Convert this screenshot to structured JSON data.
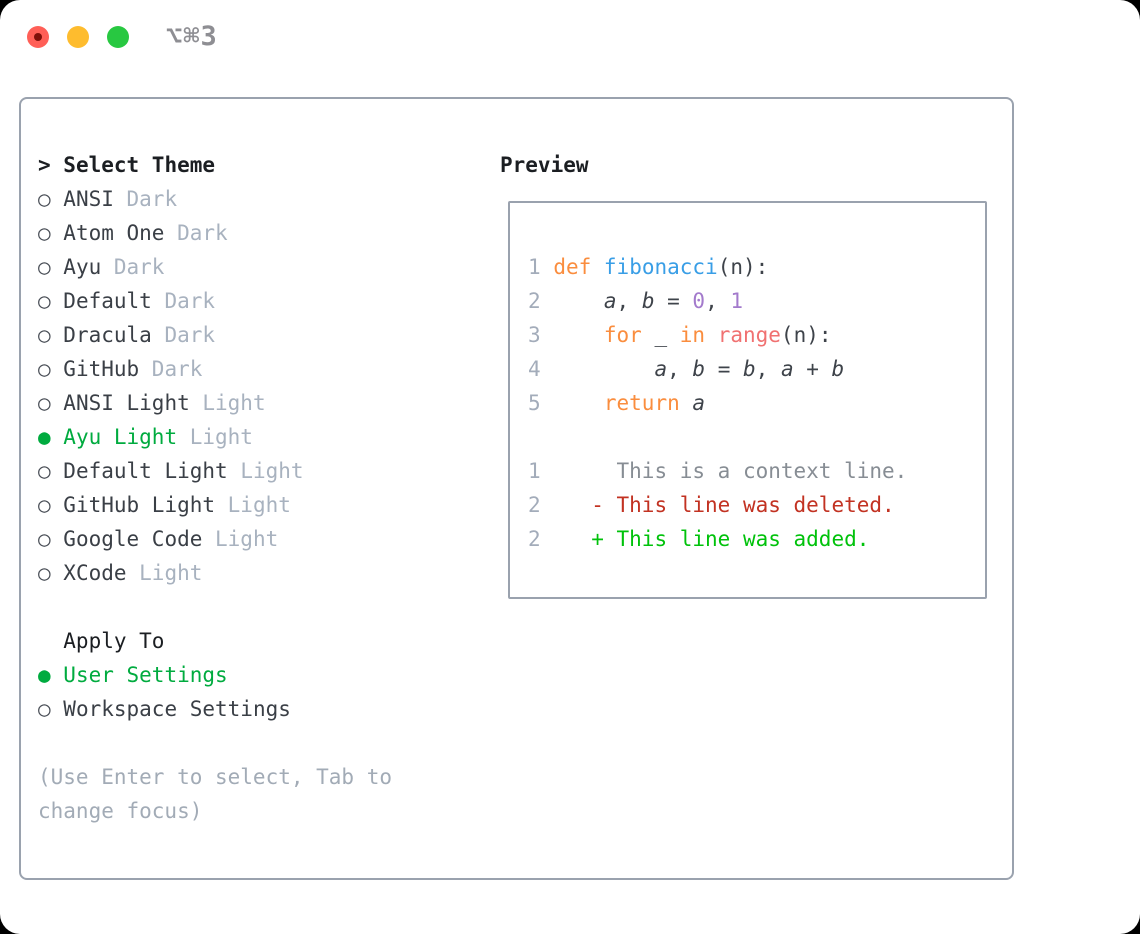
{
  "window": {
    "title": "⌥⌘3",
    "traffic_lights": [
      "close",
      "minimize",
      "zoom"
    ]
  },
  "theme_selector": {
    "prompt": ">",
    "title": "Select Theme",
    "radio_unselected": "○",
    "radio_selected": "●",
    "themes": [
      {
        "name": "ANSI",
        "variant": "Dark",
        "selected": false
      },
      {
        "name": "Atom One",
        "variant": "Dark",
        "selected": false
      },
      {
        "name": "Ayu",
        "variant": "Dark",
        "selected": false
      },
      {
        "name": "Default",
        "variant": "Dark",
        "selected": false
      },
      {
        "name": "Dracula",
        "variant": "Dark",
        "selected": false
      },
      {
        "name": "GitHub",
        "variant": "Dark",
        "selected": false
      },
      {
        "name": "ANSI Light",
        "variant": "Light",
        "selected": false
      },
      {
        "name": "Ayu Light",
        "variant": "Light",
        "selected": true
      },
      {
        "name": "Default Light",
        "variant": "Light",
        "selected": false
      },
      {
        "name": "GitHub Light",
        "variant": "Light",
        "selected": false
      },
      {
        "name": "Google Code",
        "variant": "Light",
        "selected": false
      },
      {
        "name": "XCode",
        "variant": "Light",
        "selected": false
      }
    ],
    "apply_to": {
      "title": "Apply To",
      "options": [
        {
          "label": "User Settings",
          "selected": true
        },
        {
          "label": "Workspace Settings",
          "selected": false
        }
      ]
    },
    "hint_line1": "(Use Enter to select, Tab to",
    "hint_line2": "change focus)"
  },
  "preview": {
    "title": "Preview",
    "lines": [
      {
        "tokens": [
          [
            "num",
            "1"
          ],
          [
            "code",
            " "
          ],
          [
            "kw",
            "def"
          ],
          [
            "code",
            " "
          ],
          [
            "fn",
            "fibonacci"
          ],
          [
            "code",
            "(n):"
          ]
        ]
      },
      {
        "tokens": [
          [
            "num",
            "2"
          ],
          [
            "code",
            "     "
          ],
          [
            "var",
            "a"
          ],
          [
            "code",
            ", "
          ],
          [
            "var",
            "b"
          ],
          [
            "code",
            " = "
          ],
          [
            "lit",
            "0"
          ],
          [
            "code",
            ", "
          ],
          [
            "lit",
            "1"
          ]
        ]
      },
      {
        "tokens": [
          [
            "num",
            "3"
          ],
          [
            "code",
            "     "
          ],
          [
            "kw",
            "for"
          ],
          [
            "code",
            " _ "
          ],
          [
            "kw",
            "in"
          ],
          [
            "code",
            " "
          ],
          [
            "call",
            "range"
          ],
          [
            "code",
            "(n):"
          ]
        ]
      },
      {
        "tokens": [
          [
            "num",
            "4"
          ],
          [
            "code",
            "         "
          ],
          [
            "var",
            "a"
          ],
          [
            "code",
            ", "
          ],
          [
            "var",
            "b"
          ],
          [
            "code",
            " = "
          ],
          [
            "var",
            "b"
          ],
          [
            "code",
            ", "
          ],
          [
            "var",
            "a"
          ],
          [
            "code",
            " + "
          ],
          [
            "var",
            "b"
          ]
        ]
      },
      {
        "tokens": [
          [
            "num",
            "5"
          ],
          [
            "code",
            "     "
          ],
          [
            "kw",
            "return"
          ],
          [
            "code",
            " "
          ],
          [
            "var",
            "a"
          ]
        ]
      },
      {
        "tokens": []
      },
      {
        "tokens": [
          [
            "num",
            "1"
          ],
          [
            "code",
            "      "
          ],
          [
            "ctx",
            "This is a context line."
          ]
        ]
      },
      {
        "tokens": [
          [
            "num",
            "2"
          ],
          [
            "code",
            "    "
          ],
          [
            "del",
            "- This line was deleted."
          ]
        ]
      },
      {
        "tokens": [
          [
            "num",
            "2"
          ],
          [
            "code",
            "    "
          ],
          [
            "add",
            "+ This line was added."
          ]
        ]
      }
    ]
  },
  "colors": {
    "accent_green": "#00AB3F",
    "added_green": "#00C20B",
    "deleted_red": "#C23222",
    "keyword_orange": "#FA8D3E",
    "function_blue": "#399EE6",
    "literal_purple": "#A37ACC",
    "builtin_coral": "#F07171",
    "border": "#9AA2AE",
    "muted_gray": "#A8B2BF",
    "titlebar_gray": "#8E8E93",
    "traffic_red": "#FF5F57",
    "traffic_red_dot": "#7F100A",
    "traffic_yellow": "#FEBC2E",
    "traffic_green": "#28C841"
  }
}
